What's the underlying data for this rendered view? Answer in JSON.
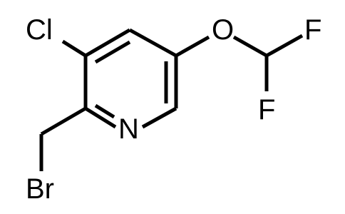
{
  "molecule": {
    "atoms": {
      "cl": "Cl",
      "o": "O",
      "f_top": "F",
      "f_bottom": "F",
      "n": "N",
      "br": "Br"
    }
  },
  "colors": {
    "bond": "#000000",
    "text": "#000000",
    "background": "#ffffff"
  }
}
